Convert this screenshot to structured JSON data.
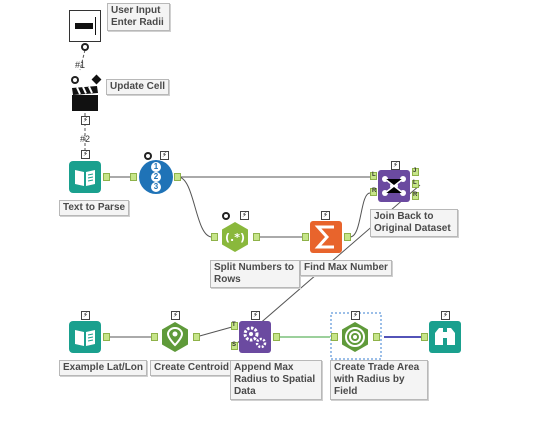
{
  "colors": {
    "teal": "#1aa08e",
    "blue": "#1f73b7",
    "green": "#5f9a3a",
    "lime": "#8ab83c",
    "orange": "#e8642c",
    "purple": "#6b4aa0",
    "connection": "#555555",
    "connection_green": "#3aa23a",
    "connection_blue": "#1a1aa0"
  },
  "tools": {
    "user_input": {
      "label": "User Input\nEnter Radii",
      "icon": "text-box-icon"
    },
    "update_cell": {
      "label": "Update Cell",
      "icon": "clapperboard-icon"
    },
    "text_to_parse": {
      "label": "Text to Parse",
      "icon": "book-icon"
    },
    "record_id": {
      "label": "",
      "icon": "record-id-icon",
      "numbers": [
        "1",
        "2",
        "3"
      ]
    },
    "split_numbers": {
      "label": "Split Numbers to\nRows",
      "icon": "regex-icon"
    },
    "find_max": {
      "label": "Find Max Number",
      "icon": "sigma-icon"
    },
    "join_back": {
      "label": "Join Back to\nOriginal Dataset",
      "icon": "join-icon"
    },
    "example_latlon": {
      "label": "Example Lat/Lon",
      "icon": "book-icon"
    },
    "create_centroid": {
      "label": "Create Centroid",
      "icon": "map-pin-icon"
    },
    "append_max": {
      "label": "Append Max\nRadius to Spatial\nData",
      "icon": "gears-icon"
    },
    "create_trade_area": {
      "label": "Create Trade Area\nwith Radius by\nField",
      "icon": "target-icon"
    },
    "browse": {
      "label": "",
      "icon": "binoculars-icon"
    }
  },
  "connection_labels": {
    "first": "#1",
    "second": "#2"
  },
  "anchor_tags": {
    "join_left": "L",
    "join_right": "R",
    "join_out_j": "J",
    "join_out_l": "L",
    "join_out_r": "R",
    "append_target": "T",
    "append_source": "S"
  },
  "bolt_glyph": "⚡"
}
